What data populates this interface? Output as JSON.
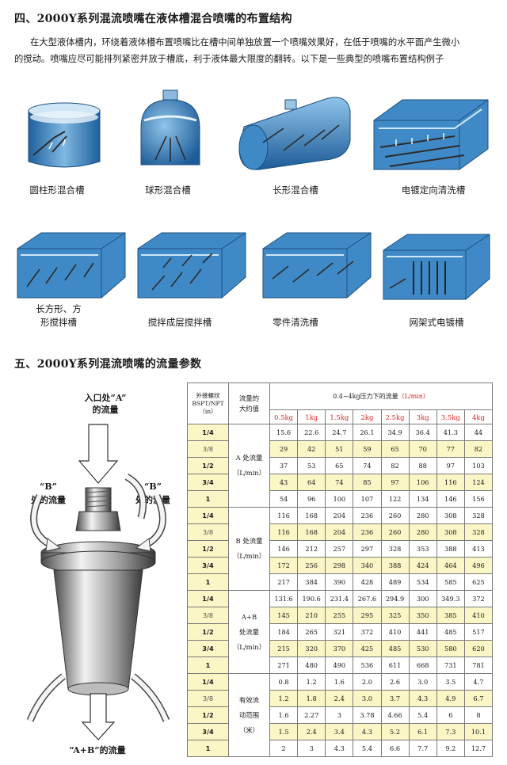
{
  "section4": {
    "title": "四、2000Y系列混流喷嘴在液体槽混合喷嘴的布置结构",
    "para_line1": "在大型液体槽内，环绕着液体槽布置喷嘴比在槽中间单独放置一个喷嘴效果好，在低于喷嘴的水平面产生微小",
    "para_line2": "的搅动。喷嘴应尽可能排列紧密并放于槽底，利于液体最大限度的翻转。以下是一些典型的喷嘴布置结构例子",
    "row1": [
      "圆柱形混合槽",
      "球形混合槽",
      "长形混合槽",
      "电镀定向清洗槽"
    ],
    "row2_first_line1": "长方形、方",
    "row2_first_line2": "形搅拌槽",
    "row2": [
      "搅拌成层搅拌槽",
      "零件清洗槽",
      "网架式电镀槽"
    ]
  },
  "section5": {
    "title": "五、2000Y系列混流喷嘴的流量参数",
    "label_a_line1": "入口处“A”",
    "label_a_line2": "的流量",
    "label_b_left_line1": "“B”",
    "label_b_left_line2": "处的流量",
    "label_b_right_line1": "“B”",
    "label_b_right_line2": "处的流量",
    "label_ab": "“A+B”的流量"
  },
  "table": {
    "hdr_thread_1": "外接螺纹",
    "hdr_thread_2": "BSPT/NPT",
    "hdr_thread_3": "（in）",
    "hdr_flow_1": "流量的",
    "hdr_flow_2": "大约值",
    "hdr_pressure": "0.4~4kg压力下的流量",
    "hdr_pressure_unit": "（L/min）",
    "pressures": [
      "0.5kg",
      "1kg",
      "1.5kg",
      "2kg",
      "2.5kg",
      "3kg",
      "3.5kg",
      "4kg"
    ],
    "groups": [
      {
        "label_1": "A 处流量",
        "label_2": "（L/min）",
        "rows": [
          {
            "size": "1/4",
            "vals": [
              "15.6",
              "22.6",
              "24.7",
              "26.1",
              "34.9",
              "36.4",
              "41.3",
              "44"
            ]
          },
          {
            "size": "3/8",
            "vals": [
              "29",
              "42",
              "51",
              "59",
              "65",
              "70",
              "77",
              "82"
            ]
          },
          {
            "size": "1/2",
            "vals": [
              "37",
              "53",
              "65",
              "74",
              "82",
              "88",
              "97",
              "103"
            ]
          },
          {
            "size": "3/4",
            "vals": [
              "43",
              "64",
              "74",
              "85",
              "97",
              "106",
              "116",
              "124"
            ]
          },
          {
            "size": "1",
            "vals": [
              "54",
              "96",
              "100",
              "107",
              "122",
              "134",
              "146",
              "156"
            ]
          }
        ]
      },
      {
        "label_1": "B 处流量",
        "label_2": "（L/min）",
        "rows": [
          {
            "size": "1/4",
            "vals": [
              "116",
              "168",
              "204",
              "236",
              "260",
              "280",
              "308",
              "328"
            ]
          },
          {
            "size": "3/8",
            "vals": [
              "116",
              "168",
              "204",
              "236",
              "260",
              "280",
              "308",
              "328"
            ]
          },
          {
            "size": "1/2",
            "vals": [
              "146",
              "212",
              "257",
              "297",
              "328",
              "353",
              "388",
              "413"
            ]
          },
          {
            "size": "3/4",
            "vals": [
              "172",
              "256",
              "298",
              "340",
              "388",
              "424",
              "464",
              "496"
            ]
          },
          {
            "size": "1",
            "vals": [
              "217",
              "384",
              "390",
              "428",
              "489",
              "534",
              "585",
              "625"
            ]
          }
        ]
      },
      {
        "label_1": "A+B",
        "label_2": "处流量",
        "label_3": "（L/min）",
        "rows": [
          {
            "size": "1/4",
            "vals": [
              "131.6",
              "190.6",
              "231.4",
              "267.6",
              "294.9",
              "300",
              "349.3",
              "372"
            ]
          },
          {
            "size": "3/8",
            "vals": [
              "145",
              "210",
              "255",
              "295",
              "325",
              "350",
              "385",
              "410"
            ]
          },
          {
            "size": "1/2",
            "vals": [
              "184",
              "265",
              "321",
              "372",
              "410",
              "441",
              "485",
              "517"
            ]
          },
          {
            "size": "3/4",
            "vals": [
              "215",
              "320",
              "370",
              "425",
              "485",
              "530",
              "580",
              "620"
            ]
          },
          {
            "size": "1",
            "vals": [
              "271",
              "480",
              "490",
              "536",
              "611",
              "668",
              "731",
              "781"
            ]
          }
        ]
      },
      {
        "label_1": "有效流",
        "label_2": "动范围",
        "label_3": "（米）",
        "rows": [
          {
            "size": "1/4",
            "vals": [
              "0.8",
              "1.2",
              "1.6",
              "2.0",
              "2.6",
              "3.0",
              "3.5",
              "4.7"
            ]
          },
          {
            "size": "3/8",
            "vals": [
              "1.2",
              "1.8",
              "2.4",
              "3.0",
              "3.7",
              "4.3",
              "4.9",
              "6.7"
            ]
          },
          {
            "size": "1/2",
            "vals": [
              "1.6",
              "2.27",
              "3",
              "3.78",
              "4.66",
              "5.4",
              "6",
              "8"
            ]
          },
          {
            "size": "3/4",
            "vals": [
              "1.5",
              "2.4",
              "3.4",
              "4.3",
              "5.2",
              "6.1",
              "7.3",
              "10.1"
            ]
          },
          {
            "size": "1",
            "vals": [
              "2",
              "3",
              "4.3",
              "5.4",
              "6.6",
              "7.7",
              "9.2",
              "12.7"
            ]
          }
        ]
      }
    ]
  },
  "colors": {
    "water": "#3f8ac6",
    "water_light": "#cfe6f6",
    "highlight": "#fbf6c5",
    "pressure_red": "#d2231e"
  }
}
